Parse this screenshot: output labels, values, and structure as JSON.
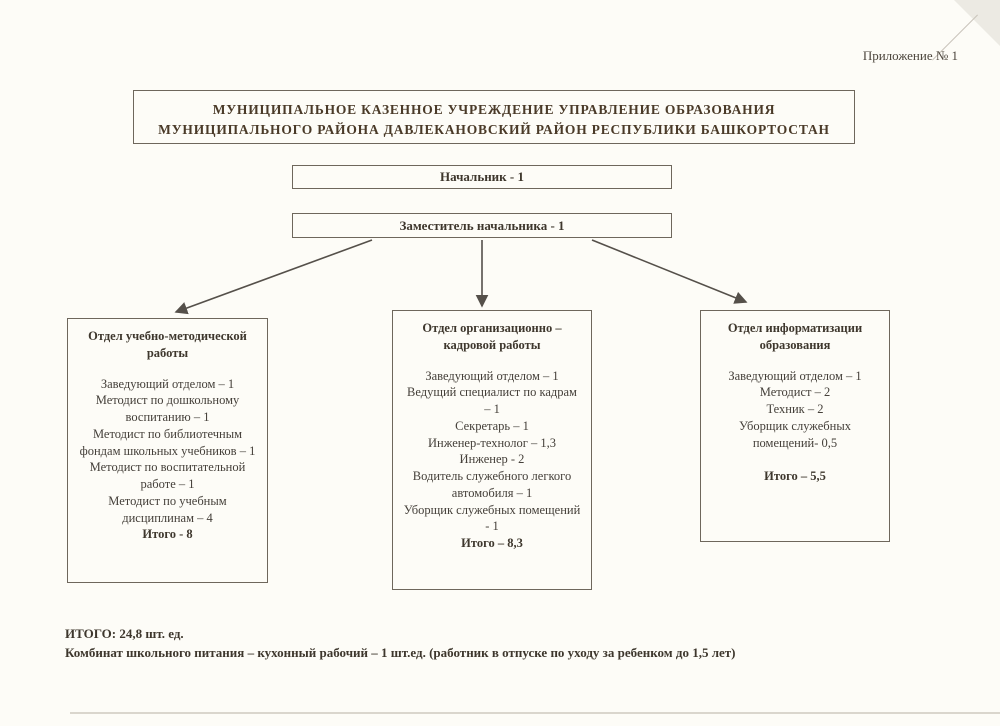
{
  "page": {
    "appendix_label": "Приложение № 1"
  },
  "org_title": {
    "line1": "МУНИЦИПАЛЬНОЕ КАЗЕННОЕ УЧРЕЖДЕНИЕ УПРАВЛЕНИЕ ОБРАЗОВАНИЯ",
    "line2": "МУНИЦИПАЛЬНОГО РАЙОНА  ДАВЛЕКАНОВСКИЙ РАЙОН РЕСПУБЛИКИ БАШКОРТОСТАН"
  },
  "chief": {
    "label": "Начальник - 1"
  },
  "deputy": {
    "label": "Заместитель начальника - 1"
  },
  "departments": [
    {
      "title": "Отдел учебно-методической работы",
      "lines": [
        "Заведующий отделом – 1",
        "Методист по дошкольному воспитанию – 1",
        "Методист по библиотечным фондам школьных учебников – 1",
        "Методист по воспитательной работе – 1",
        "Методист по учебным дисциплинам – 4"
      ],
      "total": "Итого - 8"
    },
    {
      "title": "Отдел организационно – кадровой работы",
      "lines": [
        "Заведующий отделом – 1",
        "Ведущий специалист по кадрам – 1",
        "Секретарь – 1",
        "Инженер-технолог – 1,3",
        "Инженер - 2",
        "Водитель служебного легкого автомобиля – 1",
        "Уборщик служебных помещений - 1"
      ],
      "total": "Итого – 8,3"
    },
    {
      "title": "Отдел информатизации образования",
      "lines": [
        "Заведующий отделом – 1",
        "Методист – 2",
        "Техник – 2",
        "Уборщик служебных помещений- 0,5"
      ],
      "total": "Итого – 5,5"
    }
  ],
  "footer": {
    "total_line": "ИТОГО: 24,8 шт. ед.",
    "note_line": "Комбинат школьного питания – кухонный рабочий – 1 шт.ед. (работник в отпуске по уходу за ребенком до 1,5 лет)"
  },
  "colors": {
    "paper": "#fdfcf7",
    "ink": "#45403a",
    "title_ink": "#4a3a28",
    "border": "#6e675c"
  }
}
